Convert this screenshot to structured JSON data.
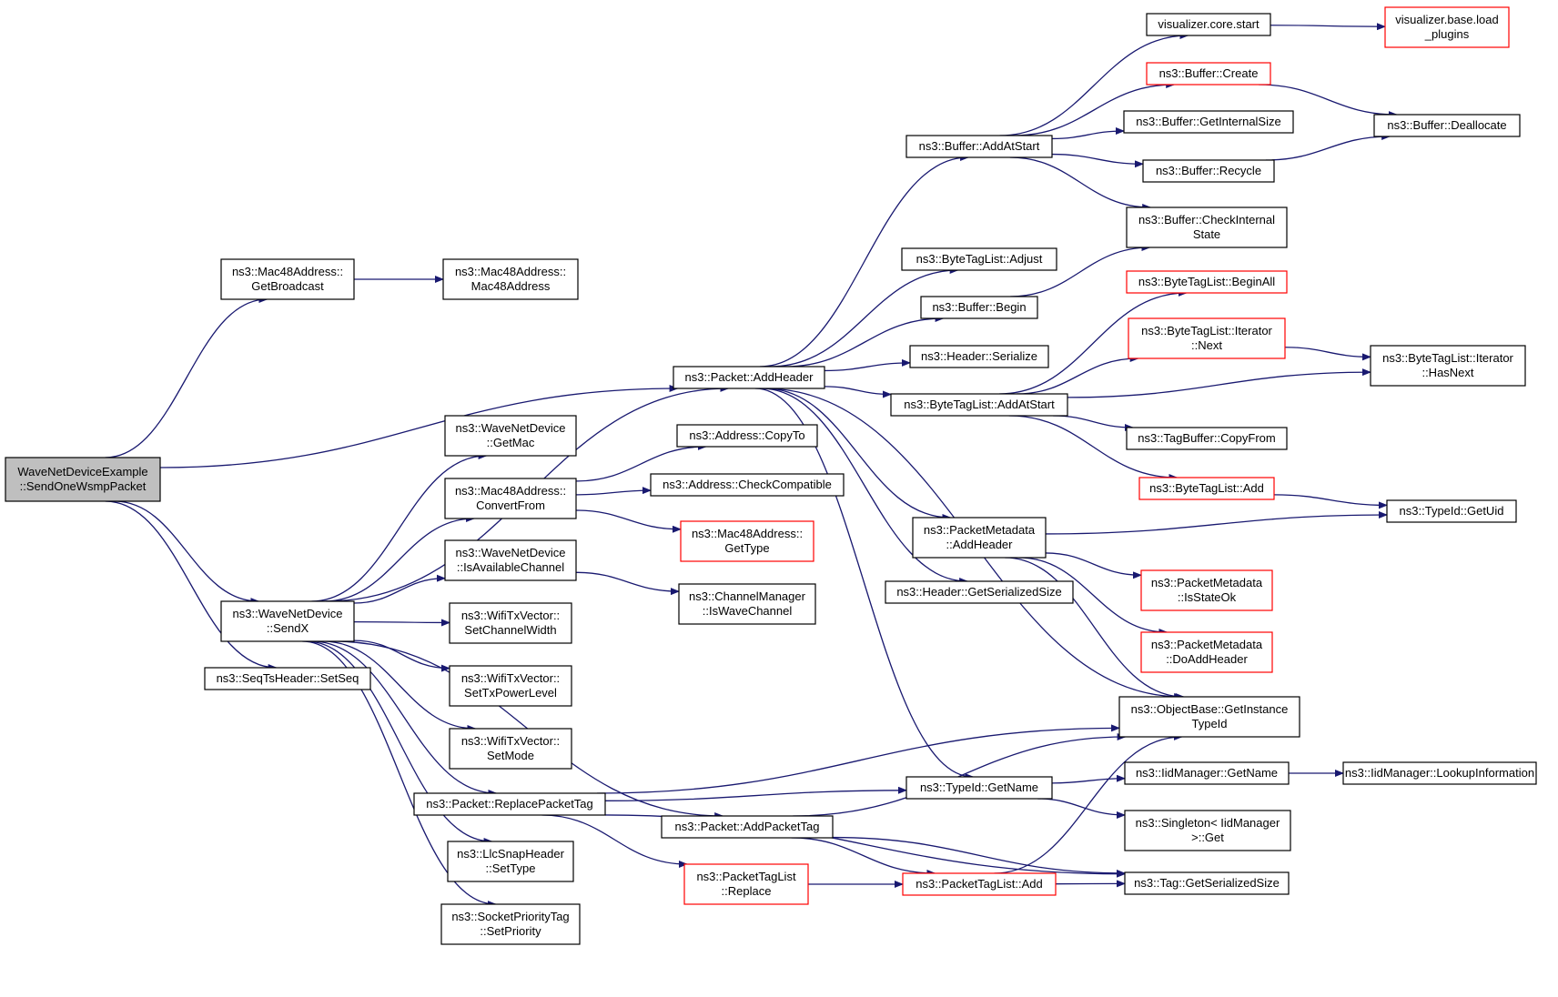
{
  "colors": {
    "edge": "#191970",
    "node_border": "#000000",
    "node_border_incomplete": "#ff0000",
    "root_fill": "#bfbfbf",
    "node_fill": "#ffffff"
  },
  "nodes": [
    {
      "id": "root",
      "lines": [
        "WaveNetDeviceExample",
        "::SendOneWsmpPacket"
      ],
      "style": "root"
    },
    {
      "id": "mac48_getbroadcast",
      "lines": [
        "ns3::Mac48Address::",
        "GetBroadcast"
      ],
      "style": "normal"
    },
    {
      "id": "mac48_ctor",
      "lines": [
        "ns3::Mac48Address::",
        "Mac48Address"
      ],
      "style": "normal"
    },
    {
      "id": "wnd_sendx",
      "lines": [
        "ns3::WaveNetDevice",
        "::SendX"
      ],
      "style": "normal"
    },
    {
      "id": "seqts_setseq",
      "lines": [
        "ns3::SeqTsHeader::SetSeq"
      ],
      "style": "normal"
    },
    {
      "id": "packet_addheader",
      "lines": [
        "ns3::Packet::AddHeader"
      ],
      "style": "normal"
    },
    {
      "id": "wnd_getmac",
      "lines": [
        "ns3::WaveNetDevice",
        "::GetMac"
      ],
      "style": "normal"
    },
    {
      "id": "mac48_convertfrom",
      "lines": [
        "ns3::Mac48Address::",
        "ConvertFrom"
      ],
      "style": "normal"
    },
    {
      "id": "wnd_isavailable",
      "lines": [
        "ns3::WaveNetDevice",
        "::IsAvailableChannel"
      ],
      "style": "normal"
    },
    {
      "id": "wtv_setchannelwidth",
      "lines": [
        "ns3::WifiTxVector::",
        "SetChannelWidth"
      ],
      "style": "normal"
    },
    {
      "id": "wtv_settxpower",
      "lines": [
        "ns3::WifiTxVector::",
        "SetTxPowerLevel"
      ],
      "style": "normal"
    },
    {
      "id": "wtv_setmode",
      "lines": [
        "ns3::WifiTxVector::",
        "SetMode"
      ],
      "style": "normal"
    },
    {
      "id": "packet_replacetag",
      "lines": [
        "ns3::Packet::ReplacePacketTag"
      ],
      "style": "normal"
    },
    {
      "id": "llcsnap_settype",
      "lines": [
        "ns3::LlcSnapHeader",
        "::SetType"
      ],
      "style": "normal"
    },
    {
      "id": "socketprio_setprio",
      "lines": [
        "ns3::SocketPriorityTag",
        "::SetPriority"
      ],
      "style": "normal"
    },
    {
      "id": "address_copyto",
      "lines": [
        "ns3::Address::CopyTo"
      ],
      "style": "normal"
    },
    {
      "id": "address_checkcompat",
      "lines": [
        "ns3::Address::CheckCompatible"
      ],
      "style": "normal"
    },
    {
      "id": "mac48_gettype",
      "lines": [
        "ns3::Mac48Address::",
        "GetType"
      ],
      "style": "incomplete"
    },
    {
      "id": "chanmgr_iswave",
      "lines": [
        "ns3::ChannelManager",
        "::IsWaveChannel"
      ],
      "style": "normal"
    },
    {
      "id": "packet_addpackettag",
      "lines": [
        "ns3::Packet::AddPacketTag"
      ],
      "style": "normal"
    },
    {
      "id": "ptl_replace",
      "lines": [
        "ns3::PacketTagList",
        "::Replace"
      ],
      "style": "incomplete"
    },
    {
      "id": "buffer_addatstart",
      "lines": [
        "ns3::Buffer::AddAtStart"
      ],
      "style": "normal"
    },
    {
      "id": "btl_adjust",
      "lines": [
        "ns3::ByteTagList::Adjust"
      ],
      "style": "normal"
    },
    {
      "id": "buffer_begin",
      "lines": [
        "ns3::Buffer::Begin"
      ],
      "style": "normal"
    },
    {
      "id": "header_serialize",
      "lines": [
        "ns3::Header::Serialize"
      ],
      "style": "normal"
    },
    {
      "id": "btl_addatstart",
      "lines": [
        "ns3::ByteTagList::AddAtStart"
      ],
      "style": "normal"
    },
    {
      "id": "pm_addheader",
      "lines": [
        "ns3::PacketMetadata",
        "::AddHeader"
      ],
      "style": "normal"
    },
    {
      "id": "header_getsersize",
      "lines": [
        "ns3::Header::GetSerializedSize"
      ],
      "style": "normal"
    },
    {
      "id": "typeid_getname",
      "lines": [
        "ns3::TypeId::GetName"
      ],
      "style": "normal"
    },
    {
      "id": "ptl_add",
      "lines": [
        "ns3::PacketTagList::Add"
      ],
      "style": "incomplete"
    },
    {
      "id": "vis_core_start",
      "lines": [
        "visualizer.core.start"
      ],
      "style": "normal"
    },
    {
      "id": "vis_load_plugins",
      "lines": [
        "visualizer.base.load",
        "_plugins"
      ],
      "style": "incomplete"
    },
    {
      "id": "buffer_create",
      "lines": [
        "ns3::Buffer::Create"
      ],
      "style": "incomplete"
    },
    {
      "id": "buffer_getinternalsize",
      "lines": [
        "ns3::Buffer::GetInternalSize"
      ],
      "style": "normal"
    },
    {
      "id": "buffer_deallocate",
      "lines": [
        "ns3::Buffer::Deallocate"
      ],
      "style": "normal"
    },
    {
      "id": "buffer_recycle",
      "lines": [
        "ns3::Buffer::Recycle"
      ],
      "style": "normal"
    },
    {
      "id": "buffer_checkinternal",
      "lines": [
        "ns3::Buffer::CheckInternal",
        "State"
      ],
      "style": "normal"
    },
    {
      "id": "btl_beginall",
      "lines": [
        "ns3::ByteTagList::BeginAll"
      ],
      "style": "incomplete"
    },
    {
      "id": "btl_iter_next",
      "lines": [
        "ns3::ByteTagList::Iterator",
        "::Next"
      ],
      "style": "incomplete"
    },
    {
      "id": "btl_iter_hasnext",
      "lines": [
        "ns3::ByteTagList::Iterator",
        "::HasNext"
      ],
      "style": "normal"
    },
    {
      "id": "tagbuffer_copyfrom",
      "lines": [
        "ns3::TagBuffer::CopyFrom"
      ],
      "style": "normal"
    },
    {
      "id": "btl_add",
      "lines": [
        "ns3::ByteTagList::Add"
      ],
      "style": "incomplete"
    },
    {
      "id": "typeid_getuid",
      "lines": [
        "ns3::TypeId::GetUid"
      ],
      "style": "normal"
    },
    {
      "id": "pm_isstateok",
      "lines": [
        "ns3::PacketMetadata",
        "::IsStateOk"
      ],
      "style": "incomplete"
    },
    {
      "id": "pm_doaddheader",
      "lines": [
        "ns3::PacketMetadata",
        "::DoAddHeader"
      ],
      "style": "incomplete"
    },
    {
      "id": "objbase_getinstancetypeid",
      "lines": [
        "ns3::ObjectBase::GetInstance",
        "TypeId"
      ],
      "style": "normal"
    },
    {
      "id": "iidmgr_getname",
      "lines": [
        "ns3::IidManager::GetName"
      ],
      "style": "normal"
    },
    {
      "id": "iidmgr_lookup",
      "lines": [
        "ns3::IidManager::LookupInformation"
      ],
      "style": "normal"
    },
    {
      "id": "singleton_get",
      "lines": [
        "ns3::Singleton< IidManager",
        " >::Get"
      ],
      "style": "normal"
    },
    {
      "id": "tag_getsersize",
      "lines": [
        "ns3::Tag::GetSerializedSize"
      ],
      "style": "normal"
    }
  ],
  "edges": [
    [
      "root",
      "mac48_getbroadcast"
    ],
    [
      "root",
      "packet_addheader"
    ],
    [
      "root",
      "wnd_sendx"
    ],
    [
      "root",
      "seqts_setseq"
    ],
    [
      "mac48_getbroadcast",
      "mac48_ctor"
    ],
    [
      "wnd_sendx",
      "packet_addheader"
    ],
    [
      "wnd_sendx",
      "wnd_getmac"
    ],
    [
      "wnd_sendx",
      "mac48_convertfrom"
    ],
    [
      "wnd_sendx",
      "wnd_isavailable"
    ],
    [
      "wnd_sendx",
      "wtv_setchannelwidth"
    ],
    [
      "wnd_sendx",
      "wtv_settxpower"
    ],
    [
      "wnd_sendx",
      "wtv_setmode"
    ],
    [
      "wnd_sendx",
      "packet_replacetag"
    ],
    [
      "wnd_sendx",
      "llcsnap_settype"
    ],
    [
      "wnd_sendx",
      "socketprio_setprio"
    ],
    [
      "wnd_sendx",
      "packet_addpackettag"
    ],
    [
      "mac48_convertfrom",
      "address_copyto"
    ],
    [
      "mac48_convertfrom",
      "address_checkcompat"
    ],
    [
      "mac48_convertfrom",
      "mac48_gettype"
    ],
    [
      "wnd_isavailable",
      "chanmgr_iswave"
    ],
    [
      "packet_addheader",
      "buffer_addatstart"
    ],
    [
      "packet_addheader",
      "btl_adjust"
    ],
    [
      "packet_addheader",
      "buffer_begin"
    ],
    [
      "packet_addheader",
      "header_serialize"
    ],
    [
      "packet_addheader",
      "btl_addatstart"
    ],
    [
      "packet_addheader",
      "pm_addheader"
    ],
    [
      "packet_addheader",
      "header_getsersize"
    ],
    [
      "packet_addheader",
      "typeid_getname"
    ],
    [
      "packet_addheader",
      "objbase_getinstancetypeid"
    ],
    [
      "packet_replacetag",
      "objbase_getinstancetypeid"
    ],
    [
      "packet_replacetag",
      "typeid_getname"
    ],
    [
      "packet_replacetag",
      "ptl_replace"
    ],
    [
      "packet_replacetag",
      "tag_getsersize"
    ],
    [
      "packet_addpackettag",
      "objbase_getinstancetypeid"
    ],
    [
      "packet_addpackettag",
      "ptl_add"
    ],
    [
      "packet_addpackettag",
      "tag_getsersize"
    ],
    [
      "ptl_replace",
      "ptl_add"
    ],
    [
      "ptl_add",
      "objbase_getinstancetypeid"
    ],
    [
      "ptl_add",
      "tag_getsersize"
    ],
    [
      "buffer_addatstart",
      "vis_core_start"
    ],
    [
      "buffer_addatstart",
      "buffer_create"
    ],
    [
      "buffer_addatstart",
      "buffer_getinternalsize"
    ],
    [
      "buffer_addatstart",
      "buffer_recycle"
    ],
    [
      "buffer_addatstart",
      "buffer_checkinternal"
    ],
    [
      "vis_core_start",
      "vis_load_plugins"
    ],
    [
      "buffer_create",
      "buffer_deallocate"
    ],
    [
      "buffer_recycle",
      "buffer_deallocate"
    ],
    [
      "buffer_begin",
      "buffer_checkinternal"
    ],
    [
      "btl_addatstart",
      "btl_beginall"
    ],
    [
      "btl_addatstart",
      "btl_iter_next"
    ],
    [
      "btl_addatstart",
      "btl_iter_hasnext"
    ],
    [
      "btl_addatstart",
      "tagbuffer_copyfrom"
    ],
    [
      "btl_addatstart",
      "btl_add"
    ],
    [
      "btl_iter_next",
      "btl_iter_hasnext"
    ],
    [
      "btl_add",
      "typeid_getuid"
    ],
    [
      "pm_addheader",
      "typeid_getuid"
    ],
    [
      "pm_addheader",
      "pm_isstateok"
    ],
    [
      "pm_addheader",
      "pm_doaddheader"
    ],
    [
      "pm_addheader",
      "objbase_getinstancetypeid"
    ],
    [
      "typeid_getname",
      "iidmgr_getname"
    ],
    [
      "typeid_getname",
      "singleton_get"
    ],
    [
      "iidmgr_getname",
      "iidmgr_lookup"
    ]
  ]
}
